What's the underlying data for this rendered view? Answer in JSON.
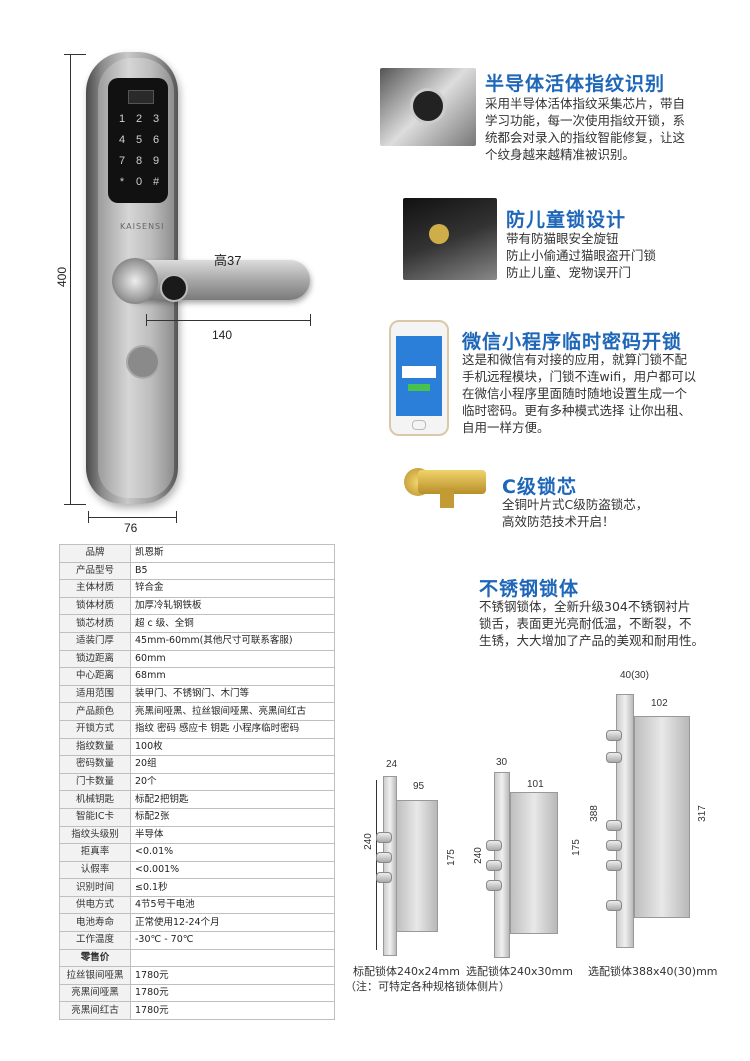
{
  "dims": {
    "height": "400",
    "handle_height": "高37",
    "handle_length": "140",
    "width": "76"
  },
  "lock_keys": [
    "1",
    "2",
    "3",
    "4",
    "5",
    "6",
    "7",
    "8",
    "9",
    "*",
    "0",
    "#"
  ],
  "brand_mark": "KAISENSI",
  "features": [
    {
      "title": "半导体活体指纹识别",
      "lines": [
        "采用半导体活体指纹采集芯片，带自",
        "学习功能，每一次使用指纹开锁，系",
        "统都会对录入的指纹智能修复，让这",
        "个纹身越来越精准被识别。"
      ]
    },
    {
      "title": "防儿童锁设计",
      "lines": [
        "带有防猫眼安全旋钮",
        "防止小偷通过猫眼盗开门锁",
        "防止儿童、宠物误开门"
      ]
    },
    {
      "title": "微信小程序临时密码开锁",
      "lines": [
        "这是和微信有对接的应用，就算门锁不配",
        "手机远程模块，门锁不连wifi，用户都可以",
        "在微信小程序里面随时随地设置生成一个",
        "临时密码。更有多种模式选择 让你出租、",
        "自用一样方便。"
      ]
    },
    {
      "title": "C级锁芯",
      "lines": [
        "全铜叶片式C级防盗锁芯，",
        "高效防范技术开启！"
      ]
    },
    {
      "title": "不锈钢锁体",
      "lines": [
        "不锈钢锁体，全新升级304不锈钢衬片",
        "锁舌，表面更光亮耐低温，不断裂，不",
        "生锈，大大增加了产品的美观和耐用性。"
      ]
    }
  ],
  "specs": [
    [
      "品牌",
      "凯恩斯"
    ],
    [
      "产品型号",
      "B5"
    ],
    [
      "主体材质",
      "锌合金"
    ],
    [
      "锁体材质",
      "加厚冷轧钢铁板"
    ],
    [
      "锁芯材质",
      "超 c 级、全铜"
    ],
    [
      "适装门厚",
      "45mm-60mm(其他尺寸可联系客服)"
    ],
    [
      "锁边距离",
      "60mm"
    ],
    [
      "中心距离",
      "68mm"
    ],
    [
      "适用范围",
      "装甲门、不锈钢门、木门等"
    ],
    [
      "产品颜色",
      "亮黑间哑黑、拉丝银间哑黑、亮黑间红古"
    ],
    [
      "开锁方式",
      "指纹 密码 感应卡 钥匙 小程序临时密码"
    ],
    [
      "指纹数量",
      "100枚"
    ],
    [
      "密码数量",
      "20组"
    ],
    [
      "门卡数量",
      "20个"
    ],
    [
      "机械钥匙",
      "标配2把钥匙"
    ],
    [
      "智能IC卡",
      "标配2张"
    ],
    [
      "指纹头级别",
      "半导体"
    ],
    [
      "拒真率",
      "<0.01%"
    ],
    [
      "认假率",
      "<0.001%"
    ],
    [
      "识别时间",
      "≤0.1秒"
    ],
    [
      "供电方式",
      "4节5号干电池"
    ],
    [
      "电池寿命",
      "正常使用12-24个月"
    ],
    [
      "工作温度",
      "-30℃ - 70℃"
    ]
  ],
  "price_header": "零售价",
  "prices": [
    [
      "拉丝银间哑黑",
      "1780元"
    ],
    [
      "亮黑间哑黑",
      "1780元"
    ],
    [
      "亮黑间红古",
      "1780元"
    ]
  ],
  "mortise": {
    "a": {
      "w": "24",
      "d": "95",
      "h1": "240",
      "h2": "175",
      "caption": "标配锁体240x24mm"
    },
    "b": {
      "w": "30",
      "d": "101",
      "h1": "240",
      "h2": "175",
      "caption": "选配锁体240x30mm"
    },
    "c": {
      "w": "40(30)",
      "d": "102",
      "h1": "388",
      "h2": "317",
      "caption": "选配锁体388x40(30)mm"
    },
    "note": "（注：可特定各种规格锁体侧片）"
  },
  "colors": {
    "accent": "#1e66b8"
  }
}
